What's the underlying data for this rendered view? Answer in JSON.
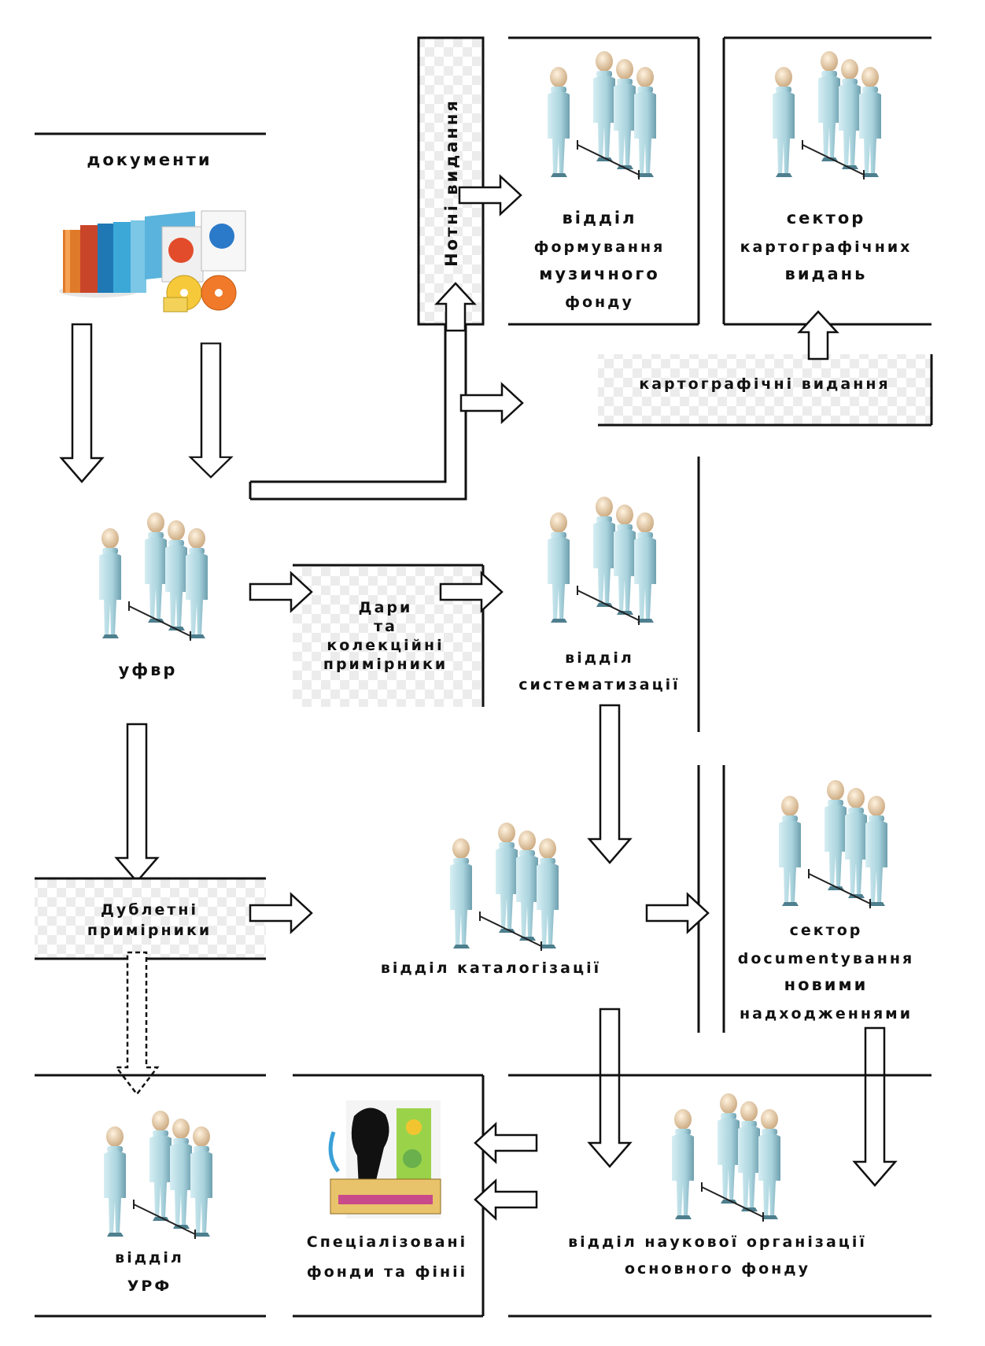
{
  "colors": {
    "line": "#111111",
    "figure_body": "#a9d3dd",
    "figure_dark": "#6e9fae",
    "figure_head": "#e6c9a3",
    "checker_a": "#ffffff",
    "checker_b": "#ececec"
  },
  "icons": {
    "people": "people-group-icon",
    "books": "books-icon",
    "media": "media-documents-icon",
    "special_funds": "special-funds-collage-icon"
  },
  "labels": {
    "documents": "документи",
    "note_editions": "Нотні видання",
    "music_fund_dept": [
      "відділ",
      "формування",
      "музичного",
      "фонду"
    ],
    "cartographic_sector": [
      "сектор",
      "картографічних",
      "видань"
    ],
    "cartographic_editions": "картографічні видання",
    "ufvr": "уфвр",
    "gifts": [
      "Дари",
      "та",
      "колекційні",
      "примірники"
    ],
    "systematization_dept": [
      "відділ",
      "систематизації"
    ],
    "duplicate_copies": [
      "Дублетні",
      "примірники"
    ],
    "cataloging_dept": "відділ каталогізації",
    "new_acquisitions_sector": [
      "сектор",
      "documentування",
      "новими",
      "надходженнями"
    ],
    "ups_dept": [
      "відділ",
      "УРФ"
    ],
    "specialized_funds": [
      "Спеціалізовані",
      "фонди та фініі"
    ],
    "main_fund_dept": [
      "відділ наукової організації",
      "основного фонду"
    ]
  }
}
